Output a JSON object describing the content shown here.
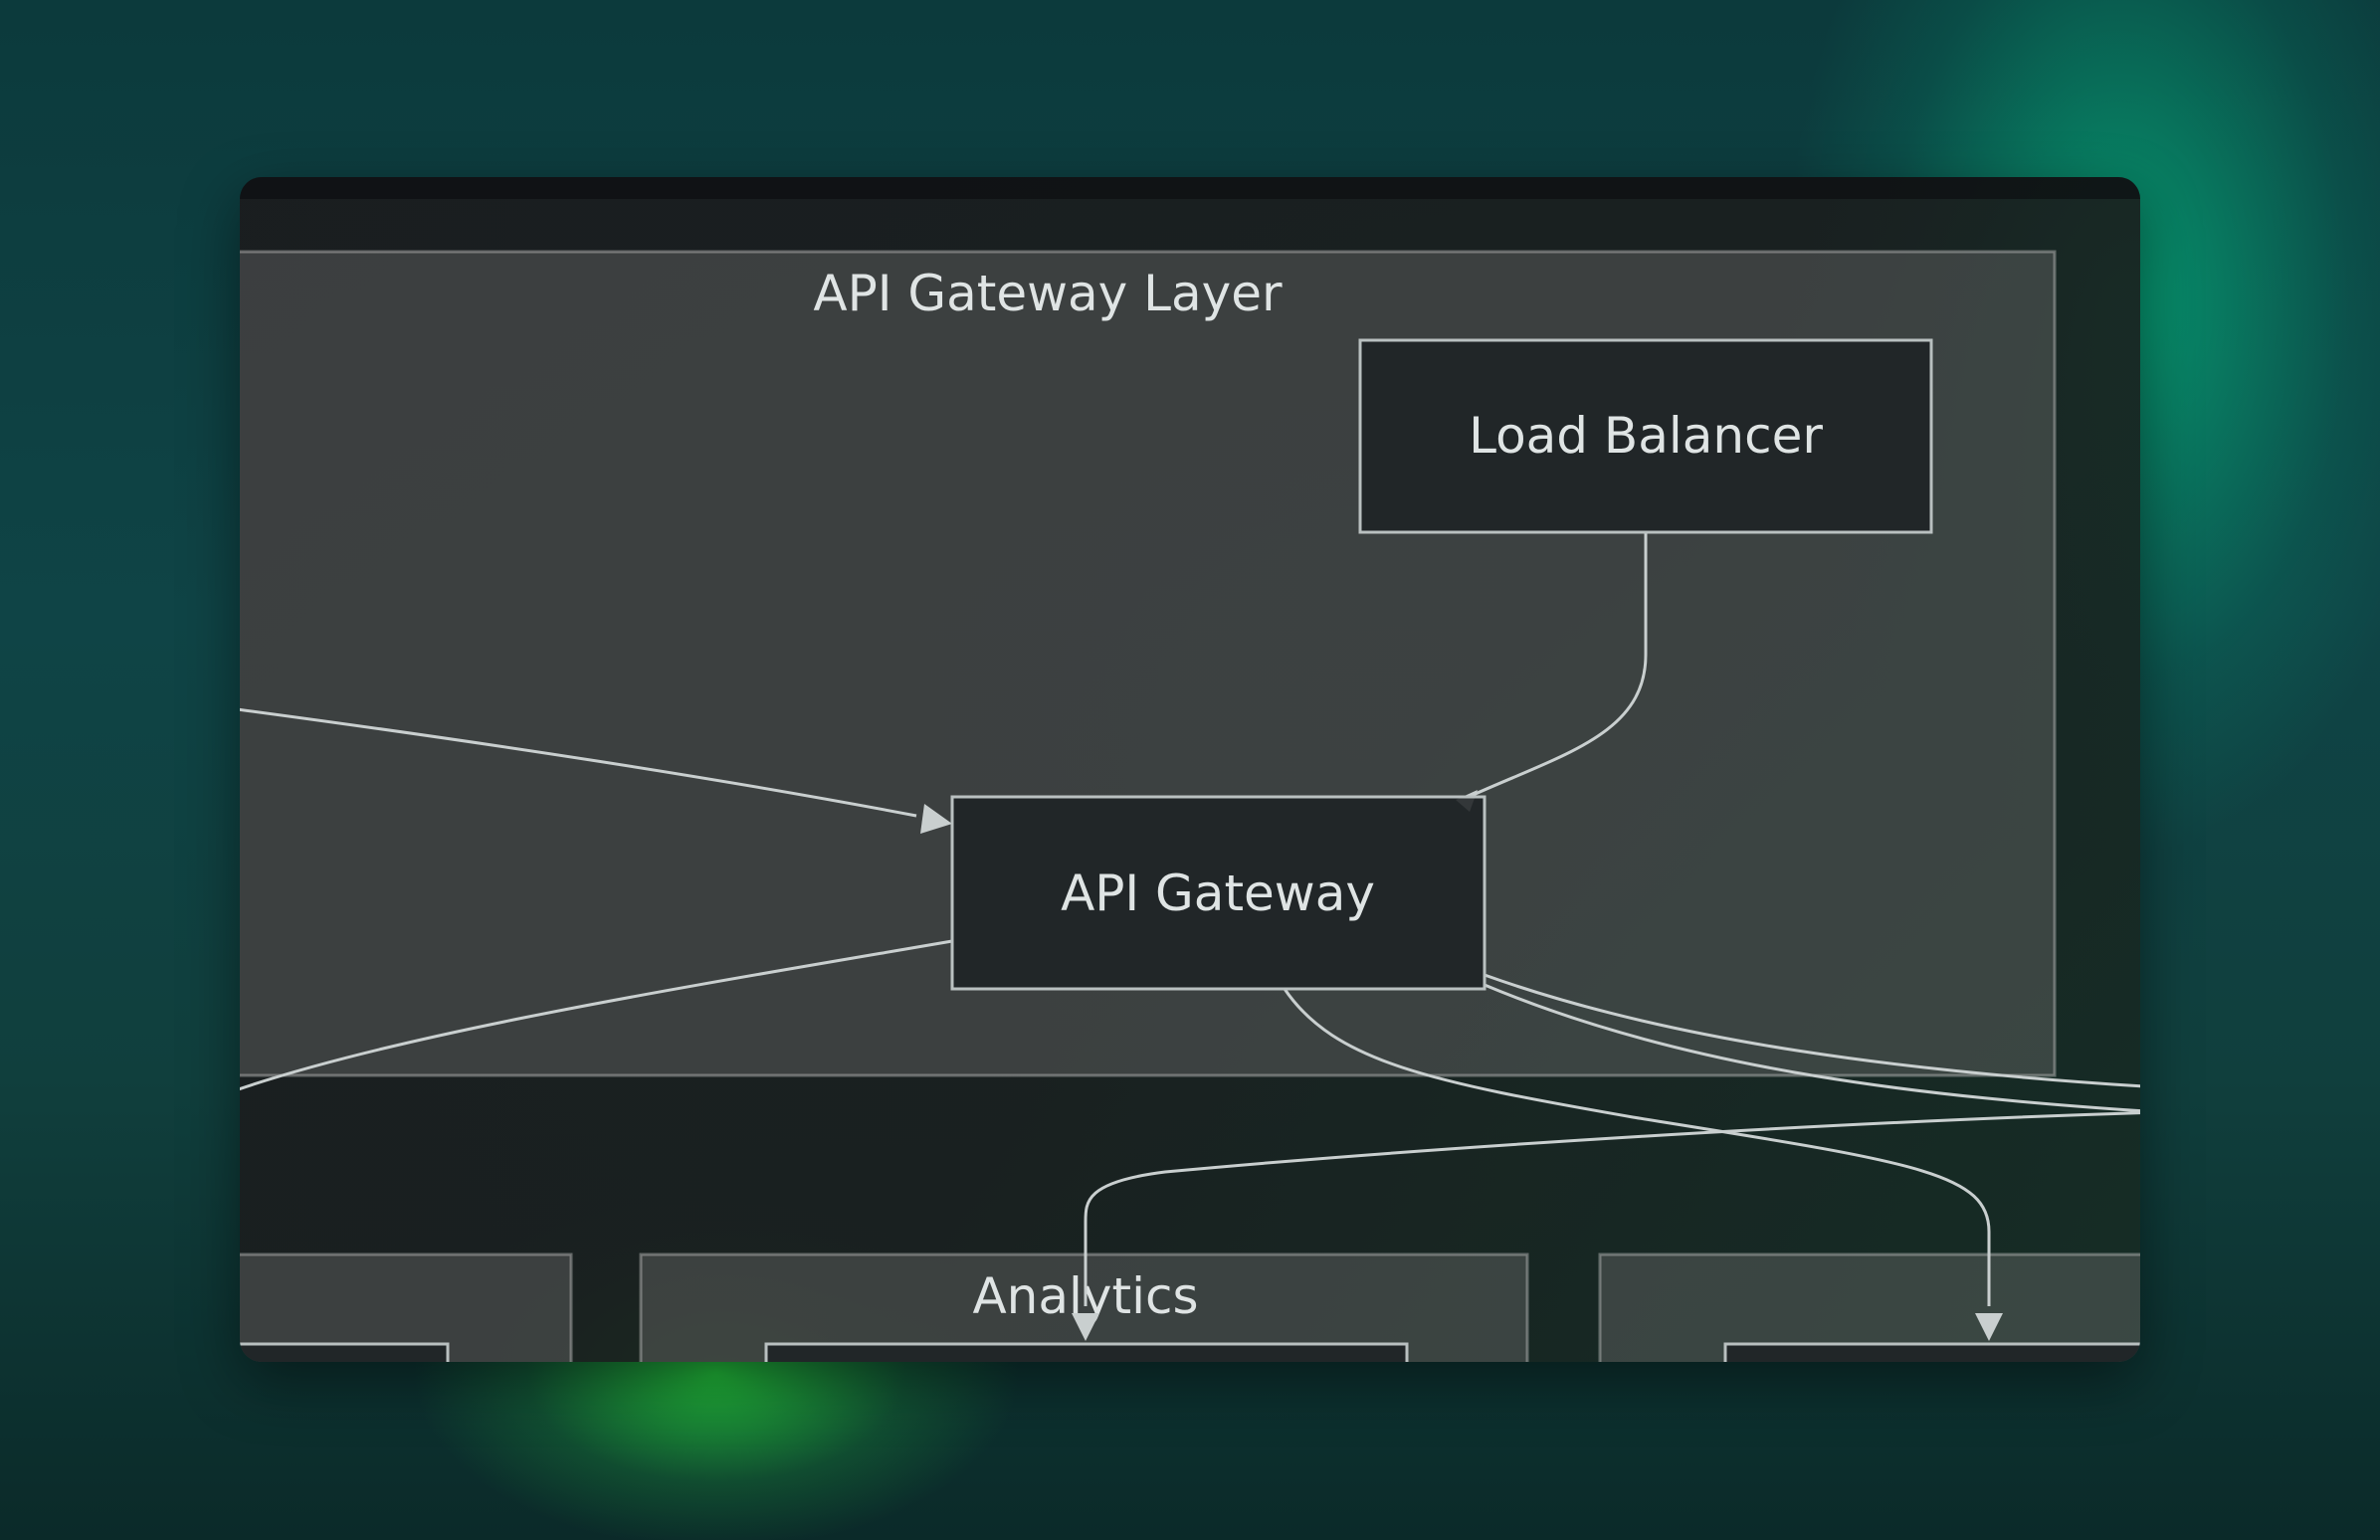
{
  "diagram": {
    "clusters": {
      "api_gateway_layer": {
        "title": "API Gateway Layer"
      },
      "analytics": {
        "title": "Analytics"
      }
    },
    "nodes": {
      "load_balancer": {
        "label": "Load Balancer"
      },
      "api_gateway": {
        "label": "API Gateway"
      }
    },
    "edges": [
      {
        "from": "Load Balancer",
        "to": "API Gateway"
      },
      {
        "from": "offscreen-left",
        "to": "API Gateway"
      },
      {
        "from": "API Gateway",
        "to": "offscreen-left"
      },
      {
        "from": "API Gateway",
        "to": "offscreen-right"
      },
      {
        "from": "API Gateway",
        "to": "Analytics node"
      },
      {
        "from": "API Gateway",
        "to": "right cluster node"
      }
    ]
  }
}
